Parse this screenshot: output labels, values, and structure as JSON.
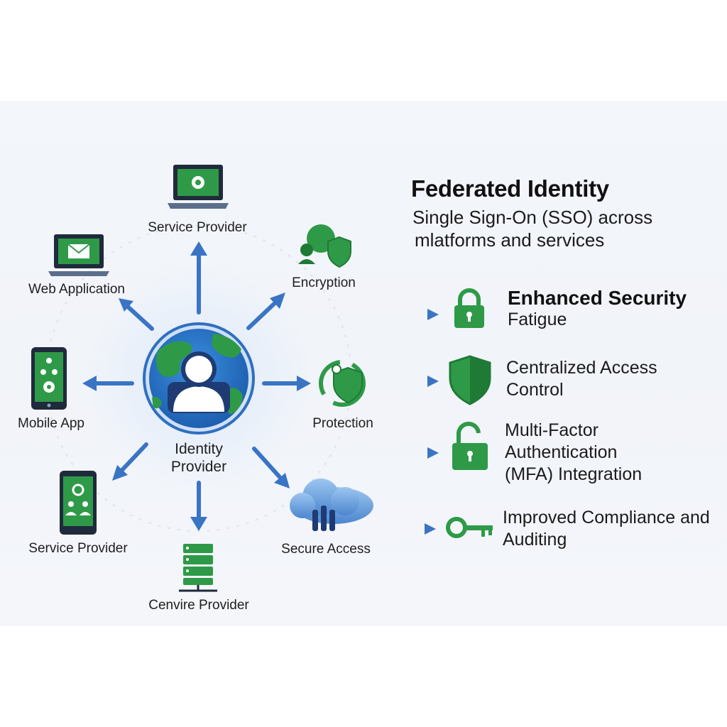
{
  "title": "Federated Identity",
  "subtitle": [
    "Single Sign-On (SSO) across",
    "mlatforms and services"
  ],
  "hub": {
    "label_line1": "Identity",
    "label_line2": "Provider"
  },
  "nodes": {
    "service_provider_top": "Service Provider",
    "web_application": "Web Application",
    "encryption": "Encryption",
    "mobile_app": "Mobile App",
    "protection": "Protection",
    "service_provider_bottom_left": "Service Provider",
    "secure_access": "Secure Access",
    "cenvire_provider": "Cenvire Provider"
  },
  "features": [
    {
      "line1": "Enhanced Security",
      "line2": "Fatigue",
      "icon": "lock-icon"
    },
    {
      "line1": "Centralized Access",
      "line2": "Control",
      "icon": "shield-icon"
    },
    {
      "line1": "Multi-Factor",
      "line2": "Authentication",
      "line3": "(MFA) Integration",
      "icon": "open-lock-icon"
    },
    {
      "line1": "Improved Compliance and",
      "line2": "Auditing",
      "icon": "key-icon"
    }
  ],
  "colors": {
    "green": "#2e9a48",
    "dark_green": "#1f7a36",
    "blue": "#2f6fc0",
    "arrow_blue": "#3a74c4",
    "navy": "#1f3b73"
  }
}
